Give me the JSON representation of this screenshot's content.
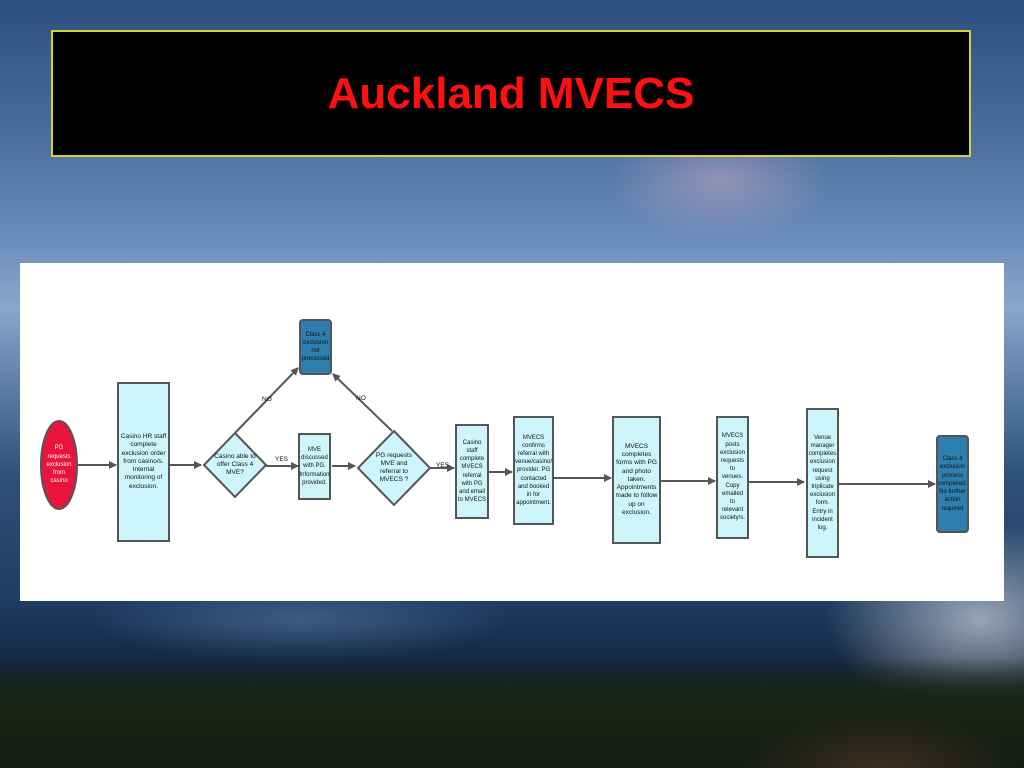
{
  "slide": {
    "title": "Auckland MVECS"
  },
  "flowchart": {
    "nodes": {
      "start": "PG requests exclusion from casino",
      "hr_staff": "Casino HR staff complete exclusion order from casino/s. Internal monitoring of exclusion.",
      "decision_casino": "Casino able to offer Class 4 MVE?",
      "not_processed": "Class 4 exclusion not processed",
      "mve_discussed": "MVE discussed with PG. Information provided.",
      "decision_pg": "PG requests MVE and referral to MVECS ?",
      "casino_staff": "Casino staff complete MVECS referral with PG and email to MVECS",
      "mvecs_confirms": "MVECS confirms referral with venue/casino/ provider. PG contacted and booked in for appointment.",
      "mvecs_forms": "MVECS completes forms with PG and photo taken. Appointments made to follow up on exclusion.",
      "mvecs_posts": "MVECS posts exclusion requests to venues. Copy emailed to relevant society/s.",
      "venue_manager": "Venue manager completes exclusion request using triplicate exclusion form. Entry in incident log.",
      "completed": "Class 4 exclusion process completed. No further action required"
    },
    "edge_labels": {
      "yes1": "YES",
      "yes2": "YES",
      "no1": "NO",
      "no2": "NO"
    },
    "colors": {
      "start_fill": "#e8143c",
      "process_fill": "#ccf6fb",
      "terminal_fill": "#2e7fb0",
      "stroke": "#555555"
    }
  }
}
